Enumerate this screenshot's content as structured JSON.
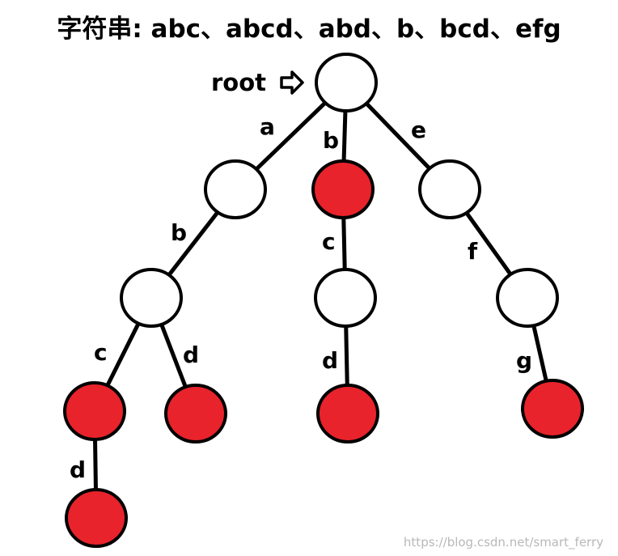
{
  "title": "字符串: abc、abcd、abd、b、bcd、efg",
  "root_label": "root",
  "colors": {
    "terminal": "#e8232b",
    "normal": "#ffffff",
    "stroke": "#000000"
  },
  "nodes": [
    {
      "id": "root",
      "terminal": false
    },
    {
      "id": "a",
      "terminal": false
    },
    {
      "id": "b",
      "terminal": true
    },
    {
      "id": "e",
      "terminal": false
    },
    {
      "id": "ab",
      "terminal": false
    },
    {
      "id": "bc",
      "terminal": false
    },
    {
      "id": "ef",
      "terminal": false
    },
    {
      "id": "abc",
      "terminal": true
    },
    {
      "id": "abd",
      "terminal": true
    },
    {
      "id": "bcd",
      "terminal": true
    },
    {
      "id": "efg",
      "terminal": true
    },
    {
      "id": "abcd",
      "terminal": true
    }
  ],
  "edges": [
    {
      "from": "root",
      "to": "a",
      "label": "a"
    },
    {
      "from": "root",
      "to": "b",
      "label": "b"
    },
    {
      "from": "root",
      "to": "e",
      "label": "e"
    },
    {
      "from": "a",
      "to": "ab",
      "label": "b"
    },
    {
      "from": "b",
      "to": "bc",
      "label": "c"
    },
    {
      "from": "e",
      "to": "ef",
      "label": "f"
    },
    {
      "from": "ab",
      "to": "abc",
      "label": "c"
    },
    {
      "from": "ab",
      "to": "abd",
      "label": "d"
    },
    {
      "from": "bc",
      "to": "bcd",
      "label": "d"
    },
    {
      "from": "ef",
      "to": "efg",
      "label": "g"
    },
    {
      "from": "abc",
      "to": "abcd",
      "label": "d"
    }
  ],
  "watermark": "https://blog.csdn.net/smart_ferry"
}
